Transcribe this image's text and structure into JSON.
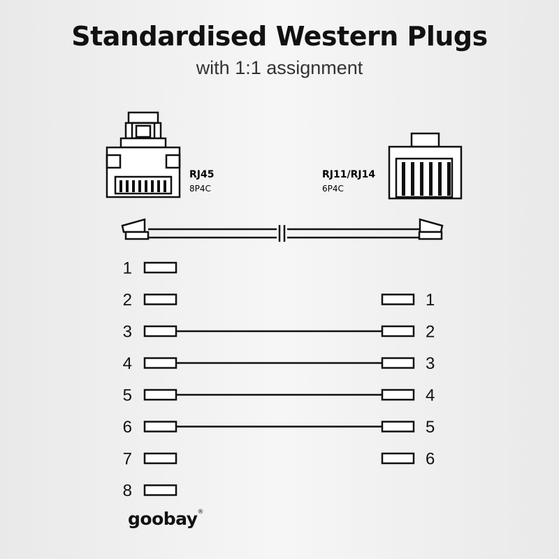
{
  "title": "Standardised Western Plugs",
  "subtitle": "with 1:1 assignment",
  "left_plug": {
    "name": "RJ45",
    "type": "8P4C"
  },
  "right_plug": {
    "name": "RJ11/RJ14",
    "type": "6P4C"
  },
  "left_pins": [
    "1",
    "2",
    "3",
    "4",
    "5",
    "6",
    "7",
    "8"
  ],
  "right_pins": [
    "1",
    "2",
    "3",
    "4",
    "5",
    "6"
  ],
  "connections": [
    {
      "left": "3",
      "right": "2"
    },
    {
      "left": "4",
      "right": "3"
    },
    {
      "left": "5",
      "right": "4"
    },
    {
      "left": "6",
      "right": "5"
    }
  ],
  "brand": {
    "logo_text": "goobay",
    "registered_mark": "®"
  },
  "colors": {
    "ink": "#111111",
    "background": "#efefef"
  }
}
